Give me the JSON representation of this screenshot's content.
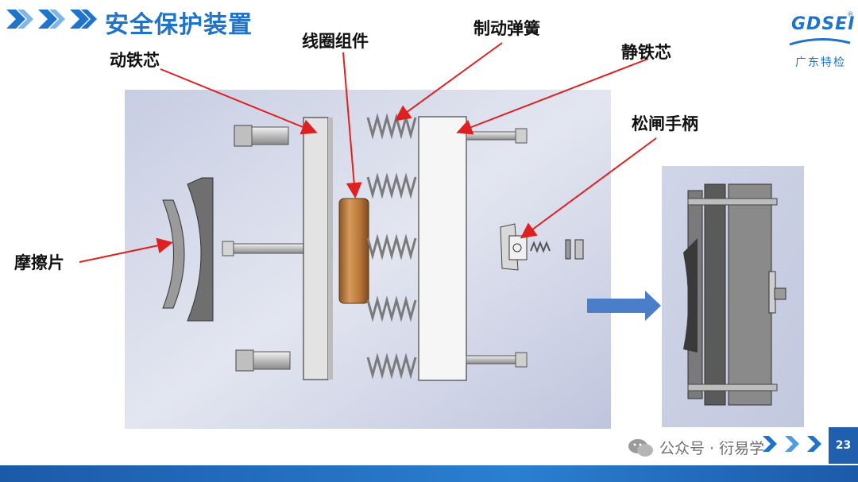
{
  "header": {
    "title": "安全保护装置",
    "logo_text": "GDSEI",
    "logo_reg": "®",
    "logo_sub": "广东特检"
  },
  "labels": {
    "armature": "动铁芯",
    "coil": "线圈组件",
    "spring": "制动弹簧",
    "static_core": "静铁芯",
    "friction": "摩擦片",
    "handle": "松闸手柄"
  },
  "footer": {
    "page_number": "23",
    "watermark": "公众号 · 衍易学"
  },
  "colors": {
    "brand_blue": "#1f74c9",
    "arrow_red": "#e02020",
    "coil_bronze": "#b9773a"
  }
}
